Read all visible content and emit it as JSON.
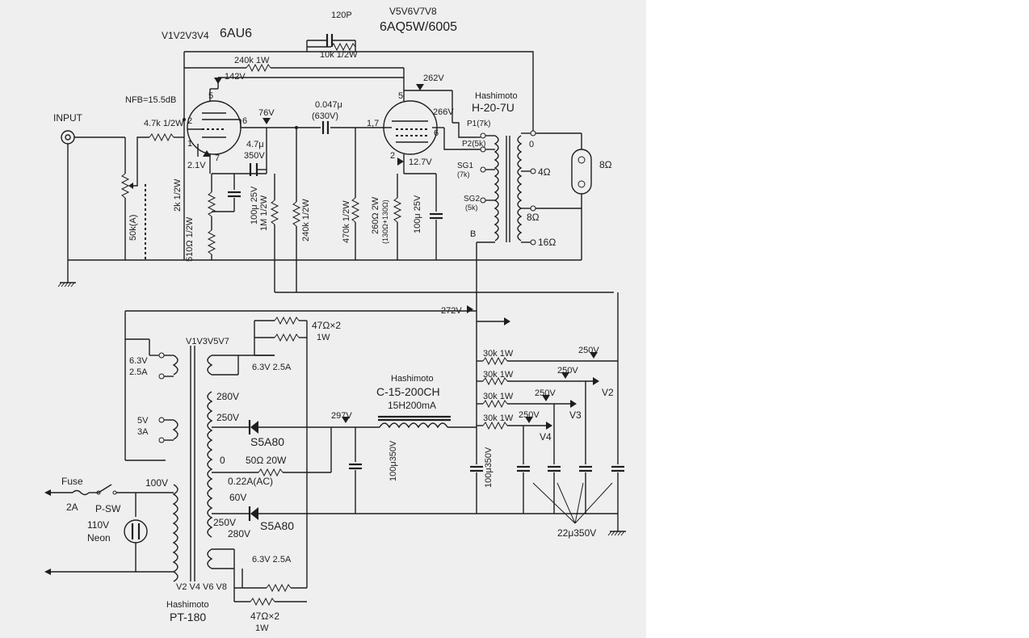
{
  "labels": {
    "v1v4": "V1V2V3V4",
    "tube1": "6AU6",
    "v5v8": "V5V6V7V8",
    "tube2": "6AQ5W/6005",
    "c120p": "120P",
    "r10k": "10k 1/2W",
    "r240k1w": "240k 1W",
    "nfb": "NFB=15.5dB",
    "v142": "142V",
    "v262": "262V",
    "hashimoto_ot": "Hashimoto",
    "ot_model": "H-20-7U",
    "input": "INPUT",
    "r47k": "4.7k 1/2W",
    "v76": "76V",
    "c047": "0.047μ",
    "c630": "(630V)",
    "v266": "266V",
    "p1": "P1(7k)",
    "p2": "P2(5k)",
    "sg1": "SG1",
    "sg1b": "(7k)",
    "sg2": "SG2",
    "sg2b": "(5k)",
    "tap0": "0",
    "tap4": "4Ω",
    "tap8": "8Ω",
    "tap16": "16Ω",
    "tapB": "B",
    "spk": "8Ω",
    "c47u": "4.7μ",
    "c47v": "350V",
    "v21": "2.1V",
    "v127": "12.7V",
    "r2k": "2k 1/2W",
    "r510": "510Ω 1/2W",
    "c100u25": "100μ 25V",
    "r1m": "1M 1/2W",
    "r240k2": "240k 1/2W",
    "r470k": "470k 1/2W",
    "r260": "260Ω 2W",
    "r260b": "(130Ω+130Ω)",
    "c100u25b": "100μ 25V",
    "vol50k": "50k(A)",
    "pin5a": "5",
    "pin2a": "2",
    "pin6a": "6",
    "pin1a": "1",
    "pin7a": "7",
    "pin5b": "5",
    "pin17b": "1,7",
    "pin6b": "6",
    "pin2b": "2",
    "v272": "272V",
    "ps_head": "V1V3V5V7",
    "r47x2a": "47Ω×2",
    "r47x2a_w": "1W",
    "h63a": "6.3V",
    "h25a": "2.5A",
    "h63b": "6.3V 2.5A",
    "v280a": "280V",
    "v250a": "250V",
    "s5a80a": "S5A80",
    "h5v": "5V",
    "h3a": "3A",
    "v297": "297V",
    "choke_brand": "Hashimoto",
    "choke_model": "C-15-200CH",
    "choke_spec": "15H200mA",
    "tap_0": "0",
    "r50": "50Ω 20W",
    "i022": "0.22A(AC)",
    "v60": "60V",
    "v250b": "250V",
    "v280b": "280V",
    "s5a80b": "S5A80",
    "fuse": "Fuse",
    "fuse2a": "2A",
    "psw": "P-SW",
    "v100": "100V",
    "neon1": "110V",
    "neon2": "Neon",
    "h63c": "6.3V 2.5A",
    "ps_foot": "V2 V4 V6 V8",
    "pt_brand": "Hashimoto",
    "pt_model": "PT-180",
    "r47x2b": "47Ω×2",
    "r47x2b_w": "1W",
    "c100u350a": "100μ350V",
    "c100u350b": "100μ350V",
    "r30k1": "30k 1W",
    "r30k2": "30k 1W",
    "r30k3": "30k 1W",
    "r30k4": "30k 1W",
    "v250c": "250V",
    "v250d": "250V",
    "v250e": "250V",
    "v250f": "250V",
    "vV2": "V2",
    "vV3": "V3",
    "vV4": "V4",
    "c22u": "22μ350V"
  }
}
